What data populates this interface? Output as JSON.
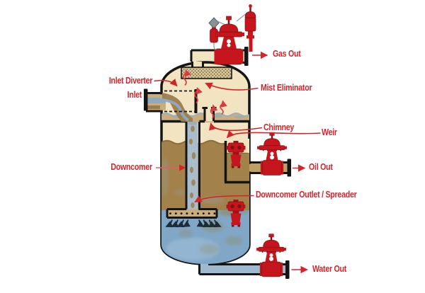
{
  "diagram": {
    "type": "labeled-process-diagram",
    "labels": {
      "gas_out": "Gas Out",
      "inlet_diverter": "Inlet Diverter",
      "inlet": "Inlet",
      "mist_eliminator": "Mist Eliminator",
      "chimney": "Chimney",
      "weir": "Weir",
      "downcomer": "Downcomer",
      "oil_out": "Oil Out",
      "downcomer_outlet_spreader": "Downcomer Outlet / Spreader",
      "water_out": "Water Out"
    },
    "colors": {
      "label_red": "#d4242b",
      "valve_red": "#c5161d",
      "outline_black": "#151515",
      "gas_space_cream": "#f2e4c0",
      "oil_brown": "#a3814b",
      "water_blue": "#81a7c8",
      "deck_liquid_tan": "#c9ad7c",
      "downcomer_fluid": "#a9bcc9"
    },
    "icons": {
      "control_valve_icon": "red diaphragm control valve",
      "pilot_regulator_icon": "red pressure pilot with stem",
      "drip_pot_icon": "grey diamond on red pot",
      "level_controller_icon": "red displacer level controller",
      "flow_arrow_icon": "straight red arrow",
      "gas_flow_icon": "wavy red arrow",
      "water_spread_arrow_icon": "dark curved arrow"
    }
  }
}
